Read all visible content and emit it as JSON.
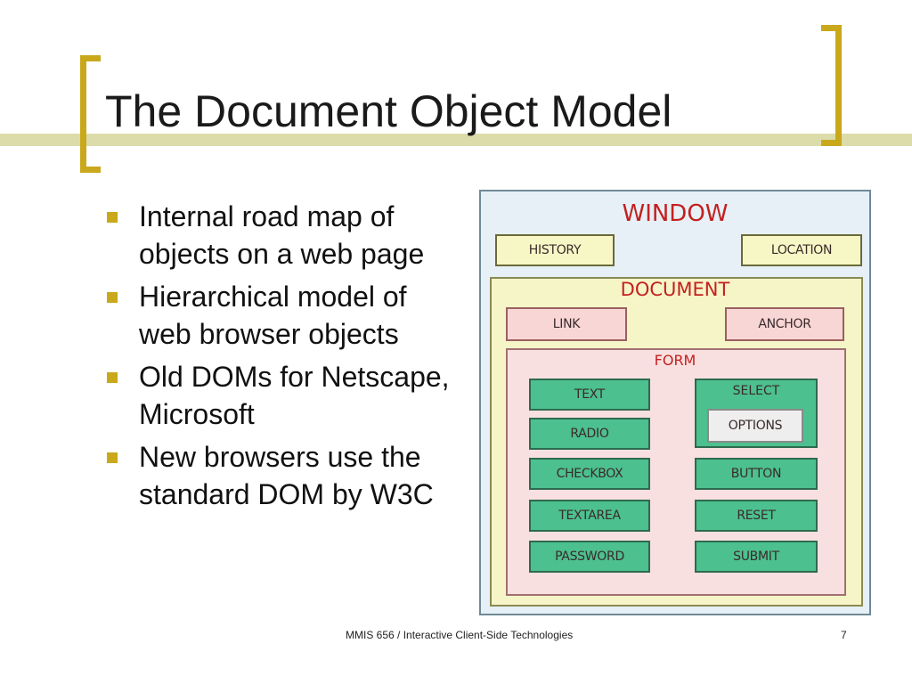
{
  "slide": {
    "title": "The Document Object Model",
    "bullets": [
      "Internal road map of objects on a web page",
      "Hierarchical model of web browser objects",
      "Old DOMs for Netscape, Microsoft",
      "New browsers use the standard DOM by W3C"
    ],
    "footer": {
      "course": "MMIS 656 / Interactive Client-Side Technologies",
      "page": "7"
    }
  },
  "diagram": {
    "window": "WINDOW",
    "history": "HISTORY",
    "location": "LOCATION",
    "document": "DOCUMENT",
    "link": "LINK",
    "anchor": "ANCHOR",
    "form": "FORM",
    "text": "TEXT",
    "select": "SELECT",
    "options": "OPTIONS",
    "radio": "RADIO",
    "checkbox": "CHECKBOX",
    "button": "BUTTON",
    "textarea": "TEXTAREA",
    "reset": "RESET",
    "password": "PASSWORD",
    "submit": "SUBMIT"
  }
}
